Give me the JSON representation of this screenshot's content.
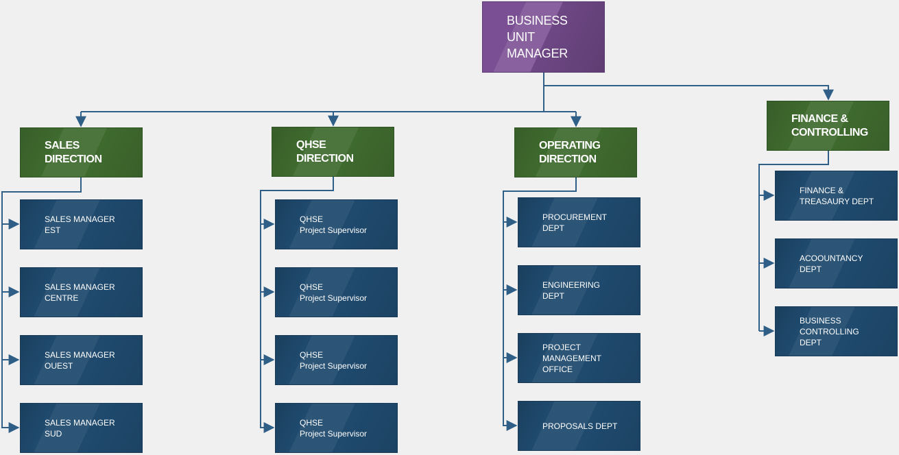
{
  "root": {
    "label": "BUSINESS\nUNIT\nMANAGER"
  },
  "departments": [
    {
      "label": "SALES\nDIRECTION",
      "children": [
        "SALES MANAGER\nEST",
        "SALES MANAGER\nCENTRE",
        "SALES MANAGER\nOUEST",
        "SALES MANAGER\nSUD"
      ]
    },
    {
      "label": "QHSE\nDIRECTION",
      "children": [
        "QHSE\nProject Supervisor",
        "QHSE\nProject Supervisor",
        "QHSE\nProject Supervisor",
        "QHSE\nProject Supervisor"
      ]
    },
    {
      "label": "OPERATING\nDIRECTION",
      "children": [
        "PROCUREMENT\nDEPT",
        "ENGINEERING\nDEPT",
        "PROJECT\nMANAGEMENT\nOFFICE",
        "PROPOSALS DEPT"
      ]
    },
    {
      "label": "FINANCE &\nCONTROLLING",
      "children": [
        "FINANCE &\nTREASAURY DEPT",
        "ACOOUNTANCY\nDEPT",
        "BUSINESS\nCONTROLLING\nDEPT"
      ]
    }
  ],
  "colors": {
    "root": "#7a4f93",
    "department": "#3f6a2e",
    "leaf": "#1f4a6e",
    "connector": "#2f5f86"
  }
}
